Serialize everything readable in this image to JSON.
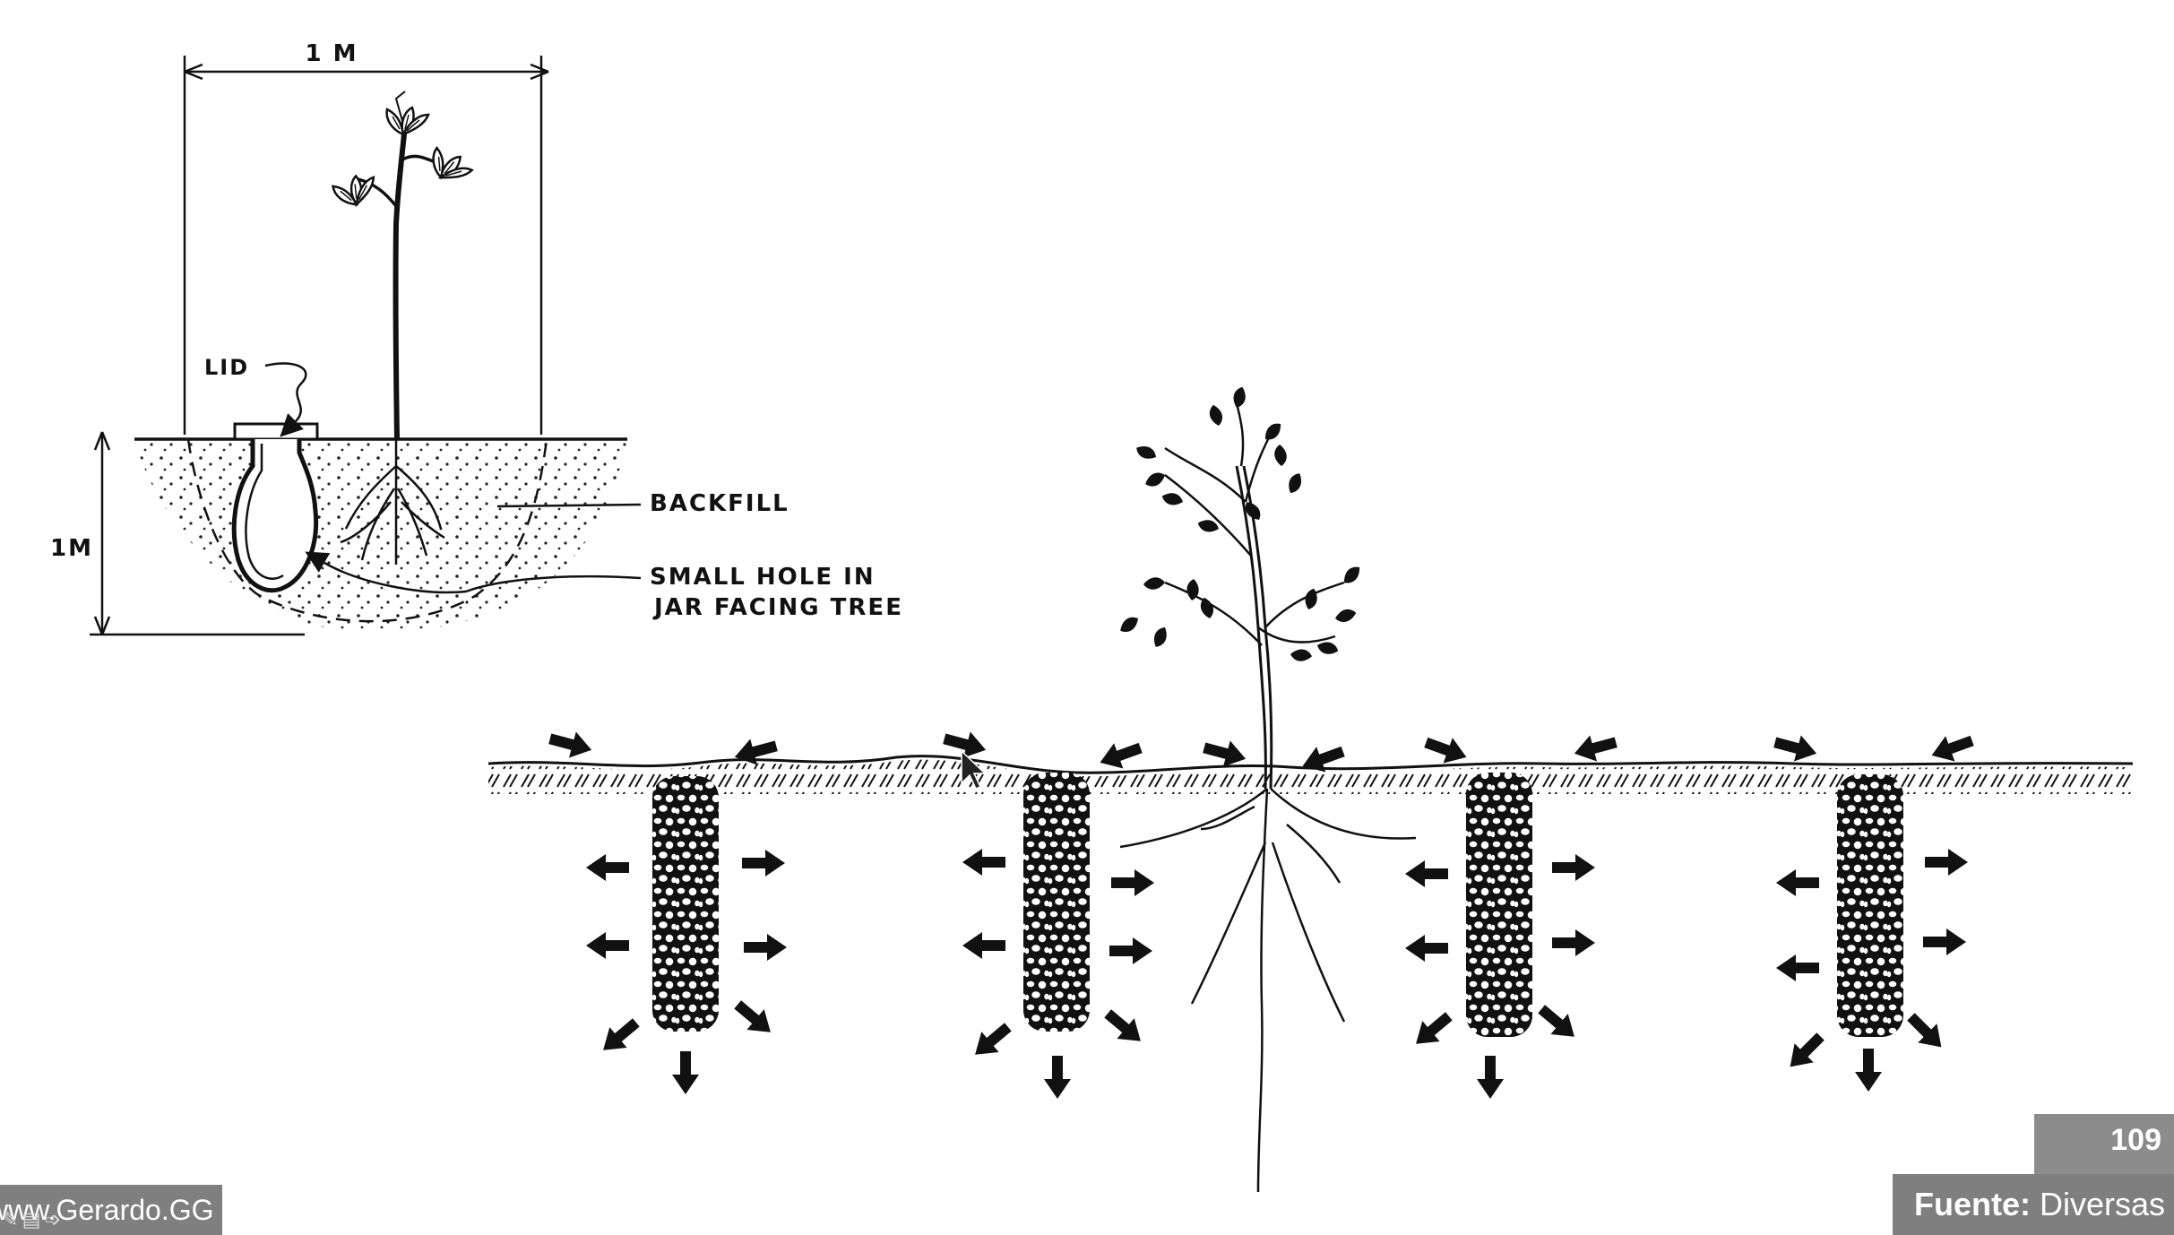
{
  "diagram_top_left": {
    "width_label": "1 M",
    "depth_label": "1M",
    "lid_label": "LID",
    "backfill_label": "BACKFILL",
    "hole_label_line1": "SMALL HOLE IN",
    "hole_label_line2": "JAR FACING TREE"
  },
  "footer": {
    "slide_number": "109",
    "source_key": "Fuente:",
    "source_value": " Diversas",
    "website": "www.Gerardo.GG"
  },
  "icons": {
    "cursor": "mouse-pointer-icon",
    "nav": [
      "pen-icon",
      "slides-icon",
      "next-icon"
    ]
  },
  "colors": {
    "ink": "#111111",
    "footer_gray": "#7f7f7f",
    "number_gray": "#8c8c8c"
  }
}
